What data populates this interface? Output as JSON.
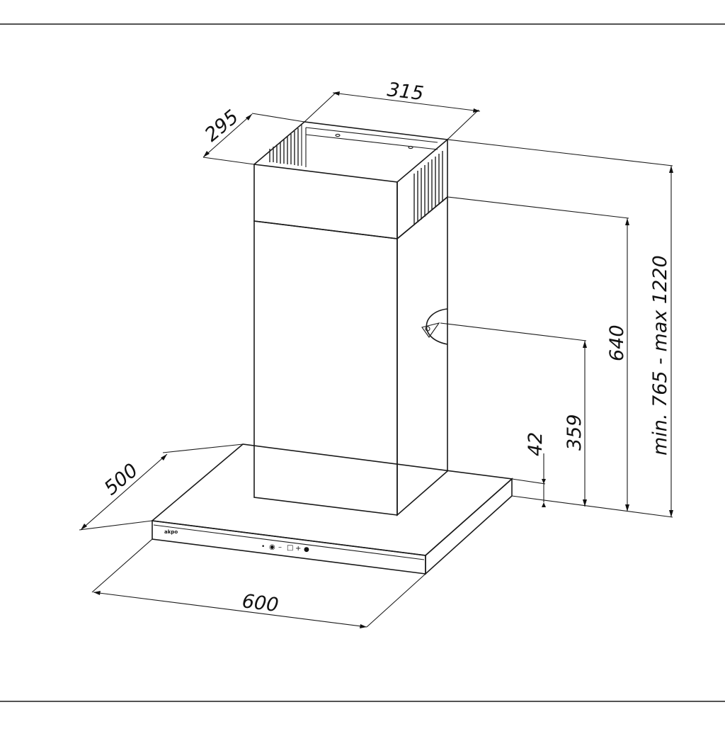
{
  "dimensions": {
    "top_width": "315",
    "top_depth": "295",
    "total_height": "min. 765 - max 1220",
    "chimney_height": "640",
    "outlet_height": "359",
    "canopy_height": "42",
    "canopy_depth": "500",
    "canopy_width": "600"
  },
  "brand_mark": "akpo",
  "control_panel": {
    "glyphs": [
      "•",
      "◉",
      "–",
      "□",
      "+",
      "●"
    ]
  }
}
